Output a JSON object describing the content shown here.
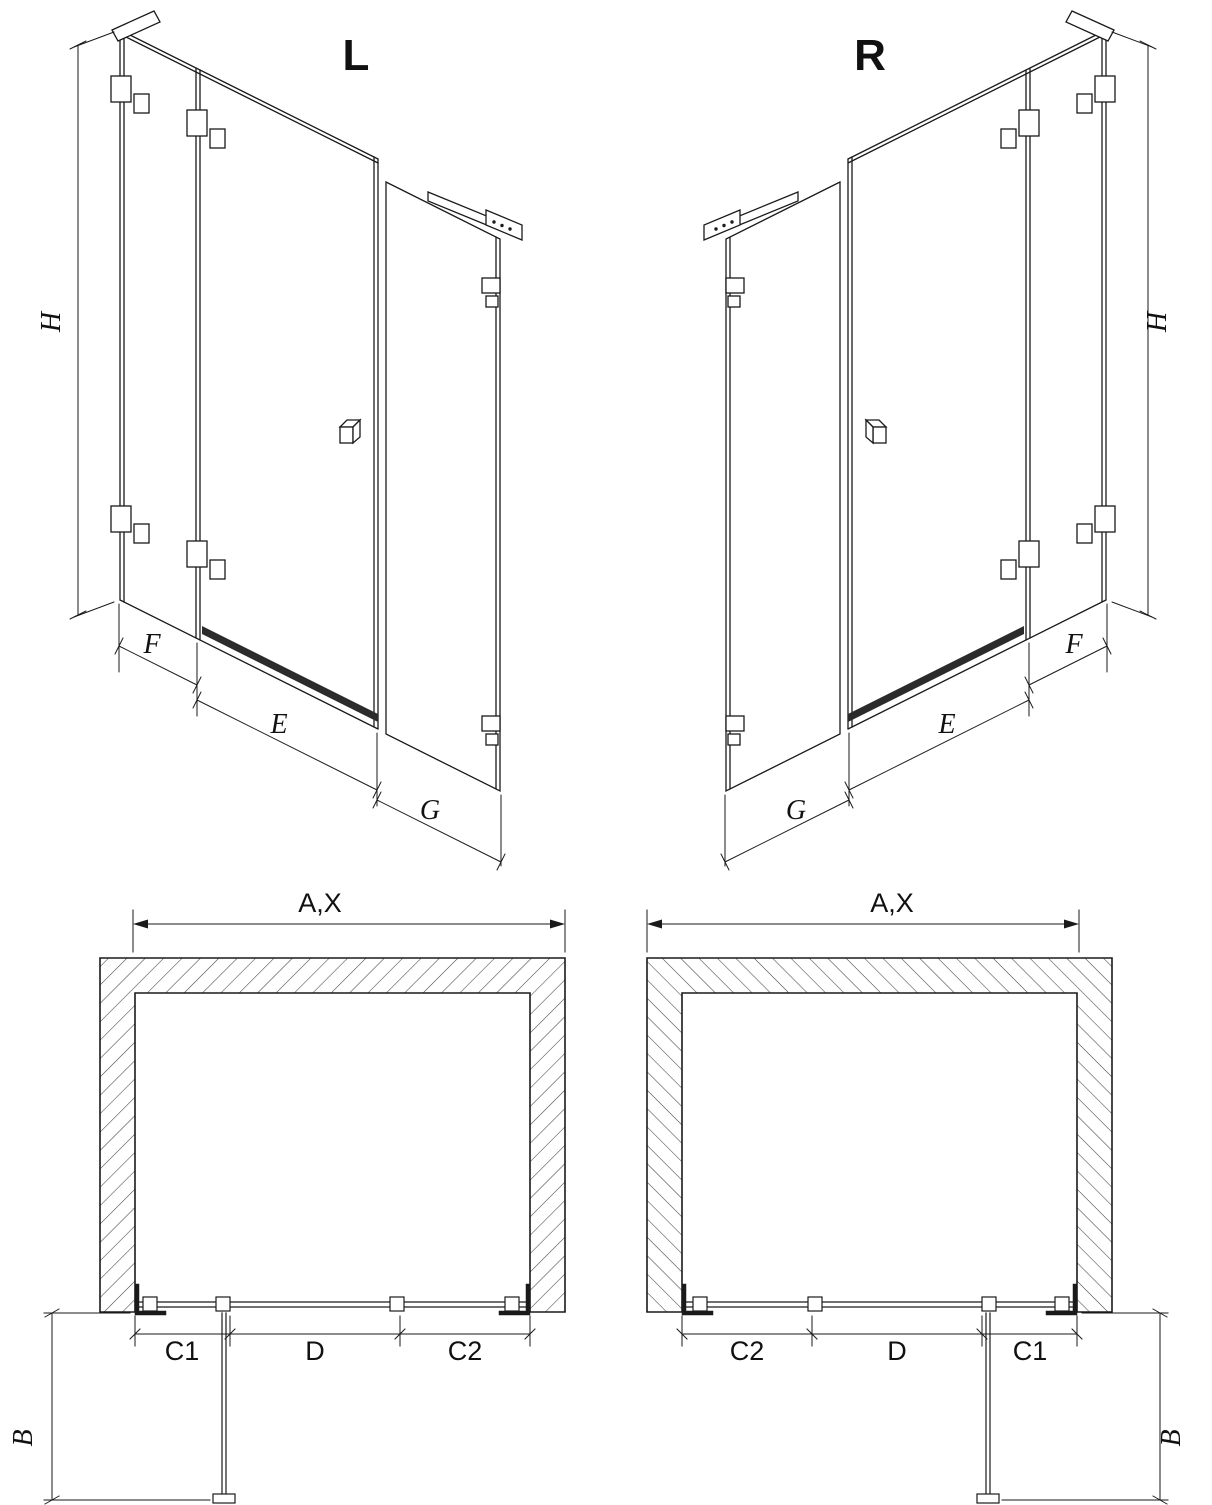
{
  "iso_left": {
    "title": "L",
    "height_label": "H",
    "fixed_label": "F",
    "door_label": "E",
    "return_label": "G"
  },
  "iso_right": {
    "title": "R",
    "height_label": "H",
    "fixed_label": "F",
    "door_label": "E",
    "return_label": "G"
  },
  "plan_left": {
    "width_label": "A,X",
    "seg1": "C1",
    "seg2": "D",
    "seg3": "C2",
    "depth_label": "B"
  },
  "plan_right": {
    "width_label": "A,X",
    "seg1": "C2",
    "seg2": "D",
    "seg3": "C1",
    "depth_label": "B"
  },
  "colors": {
    "line": "#1a1a1a",
    "hatch": "#444444",
    "threshold": "#2b2b2b",
    "background": "#ffffff"
  }
}
